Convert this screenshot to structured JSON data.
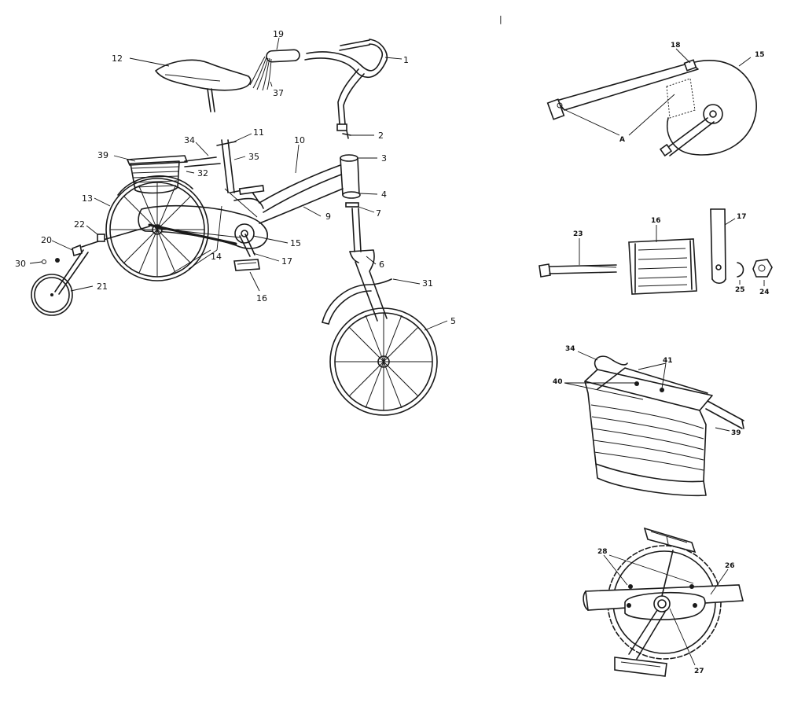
{
  "main_labels": [
    {
      "key": "seat",
      "text": "12"
    },
    {
      "key": "grip",
      "text": "19"
    },
    {
      "key": "streamer",
      "text": "37"
    },
    {
      "key": "handlebar",
      "text": "1"
    },
    {
      "key": "stem-bolt",
      "text": "2"
    },
    {
      "key": "head-tube",
      "text": "3"
    },
    {
      "key": "headset-cup",
      "text": "4"
    },
    {
      "key": "washer",
      "text": "7"
    },
    {
      "key": "frame-top",
      "text": "10"
    },
    {
      "key": "frame-down",
      "text": "9"
    },
    {
      "key": "seat-post",
      "text": "11"
    },
    {
      "key": "rack",
      "text": "34"
    },
    {
      "key": "rack-bolt",
      "text": "35"
    },
    {
      "key": "basket",
      "text": "39"
    },
    {
      "key": "basket-bracket",
      "text": "32"
    },
    {
      "key": "rear-wheel",
      "text": "13"
    },
    {
      "key": "training-bracket",
      "text": "22"
    },
    {
      "key": "training-nut",
      "text": "20"
    },
    {
      "key": "training-washer",
      "text": "30"
    },
    {
      "key": "training-wheel",
      "text": "21"
    },
    {
      "key": "chain-guard",
      "text": "15"
    },
    {
      "key": "crank",
      "text": "17"
    },
    {
      "key": "chain",
      "text": "14"
    },
    {
      "key": "pedal",
      "text": "16"
    },
    {
      "key": "fork",
      "text": "6"
    },
    {
      "key": "fender",
      "text": "31"
    },
    {
      "key": "front-wheel",
      "text": "5"
    }
  ],
  "detail_labels": {
    "chainguard": {
      "clip": "18",
      "guard": "15",
      "point": "A"
    },
    "pedal": {
      "axle": "23",
      "pedal": "16",
      "crank": "17",
      "washer": "25",
      "nut": "24"
    },
    "basket": {
      "rack": "34",
      "screws": "41",
      "bolts": "40",
      "basket": "39"
    },
    "sprocket": {
      "bolts": "28",
      "plate": "26",
      "axle": "27"
    }
  },
  "separator_mark": "|"
}
